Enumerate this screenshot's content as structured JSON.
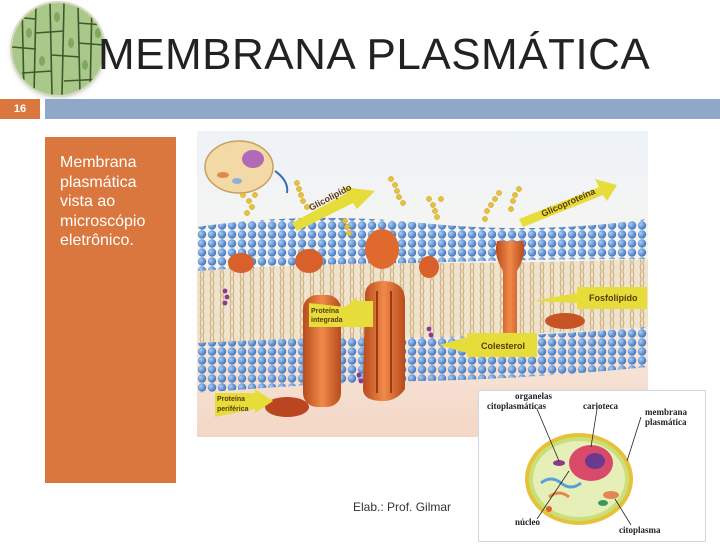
{
  "slide": {
    "title": "MEMBRANA PLASMÁTICA",
    "number": "16",
    "side_text": "Membrana plasmática vista ao microscópio eletrônico.",
    "credit": "Elab.: Prof. Gilmar"
  },
  "membrane_figure": {
    "labels": {
      "glicolipido": "Glicolipído",
      "glicoproteina": "Glicoproteína",
      "fosfolipido": "Fosfolipído",
      "proteina_integrada_1": "Proteína",
      "proteina_integrada_2": "integrada",
      "colesterol": "Colesterol",
      "proteina_periferica_1": "Proteína",
      "proteina_periferica_2": "periférica"
    }
  },
  "cell_figure": {
    "labels": {
      "organelas_1": "organelas",
      "organelas_2": "citoplasmáticas",
      "carioteca": "carioteca",
      "membrana_1": "membrana",
      "membrana_2": "plasmática",
      "nucleo": "núcleo",
      "citoplasma": "citoplasma"
    }
  },
  "colors": {
    "accent_orange": "#d9773f",
    "bar_blue": "#8fa8c8",
    "lipid_blue": "#4a7fc8",
    "protein_orange": "#d9602a"
  }
}
